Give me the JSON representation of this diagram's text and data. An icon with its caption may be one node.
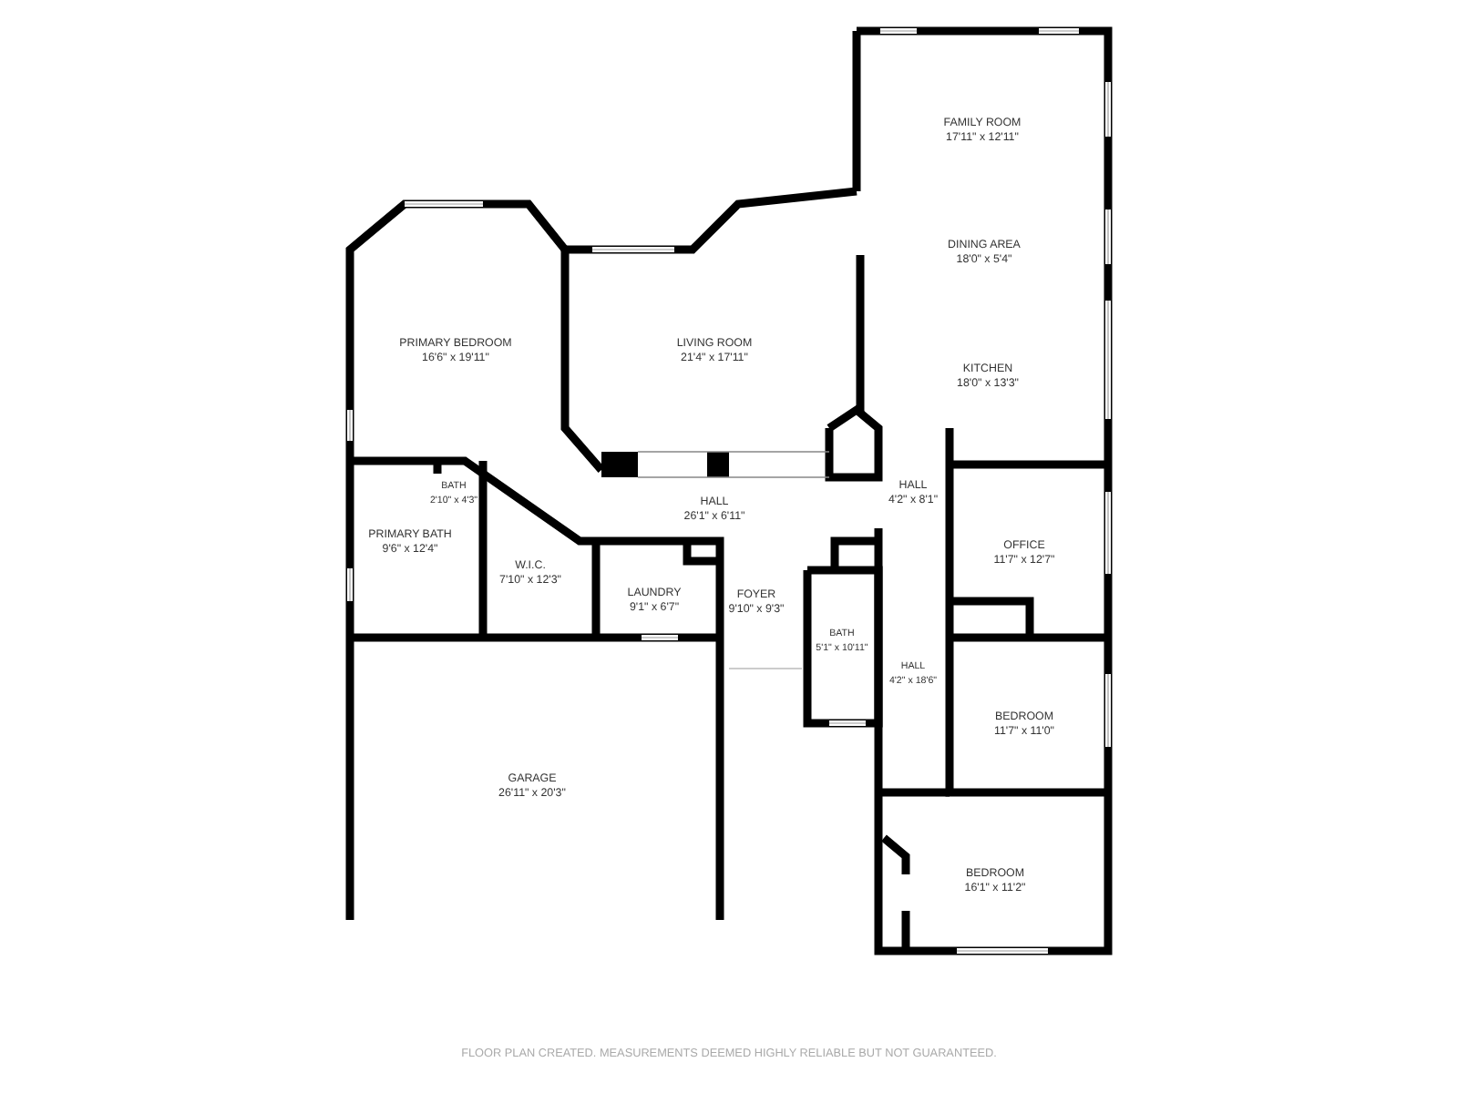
{
  "diagram": {
    "caption": "FLOOR PLAN CREATED. MEASUREMENTS DEEMED HIGHLY RELIABLE BUT NOT GUARANTEED.",
    "nodes": [
      {
        "text": [
          "FAMILY ROOM",
          "17'11\" x 12'11\""
        ]
      },
      {
        "text": [
          "DINING AREA",
          "18'0\" x 5'4\""
        ]
      },
      {
        "text": [
          "KITCHEN",
          "18'0\" x 13'3\""
        ]
      },
      {
        "text": [
          "PRIMARY BEDROOM",
          "16'6\" x 19'11\""
        ]
      },
      {
        "text": [
          "LIVING ROOM",
          "21'4\" x 17'11\""
        ]
      },
      {
        "text": [
          "BATH",
          "2'10\" x 4'3\""
        ]
      },
      {
        "text": [
          "PRIMARY BATH",
          "9'6\" x 12'4\""
        ]
      },
      {
        "text": [
          "HALL",
          "26'1\" x 6'11\""
        ]
      },
      {
        "text": [
          "HALL",
          "4'2\" x 8'1\""
        ]
      },
      {
        "text": [
          "W.I.C.",
          "7'10\" x 12'3\""
        ]
      },
      {
        "text": [
          "LAUNDRY",
          "9'1\" x 6'7\""
        ]
      },
      {
        "text": [
          "FOYER",
          "9'10\" x 9'3\""
        ]
      },
      {
        "text": [
          "OFFICE",
          "11'7\" x 12'7\""
        ]
      },
      {
        "text": [
          "BATH",
          "5'1\" x 10'11\""
        ]
      },
      {
        "text": [
          "HALL",
          "4'2\" x 18'6\""
        ]
      },
      {
        "text": [
          "BEDROOM",
          "11'7\" x 11'0\""
        ]
      },
      {
        "text": [
          "GARAGE",
          "26'11\" x 20'3\""
        ]
      },
      {
        "text": [
          "BEDROOM",
          "16'1\" x 11'2\""
        ]
      }
    ]
  }
}
